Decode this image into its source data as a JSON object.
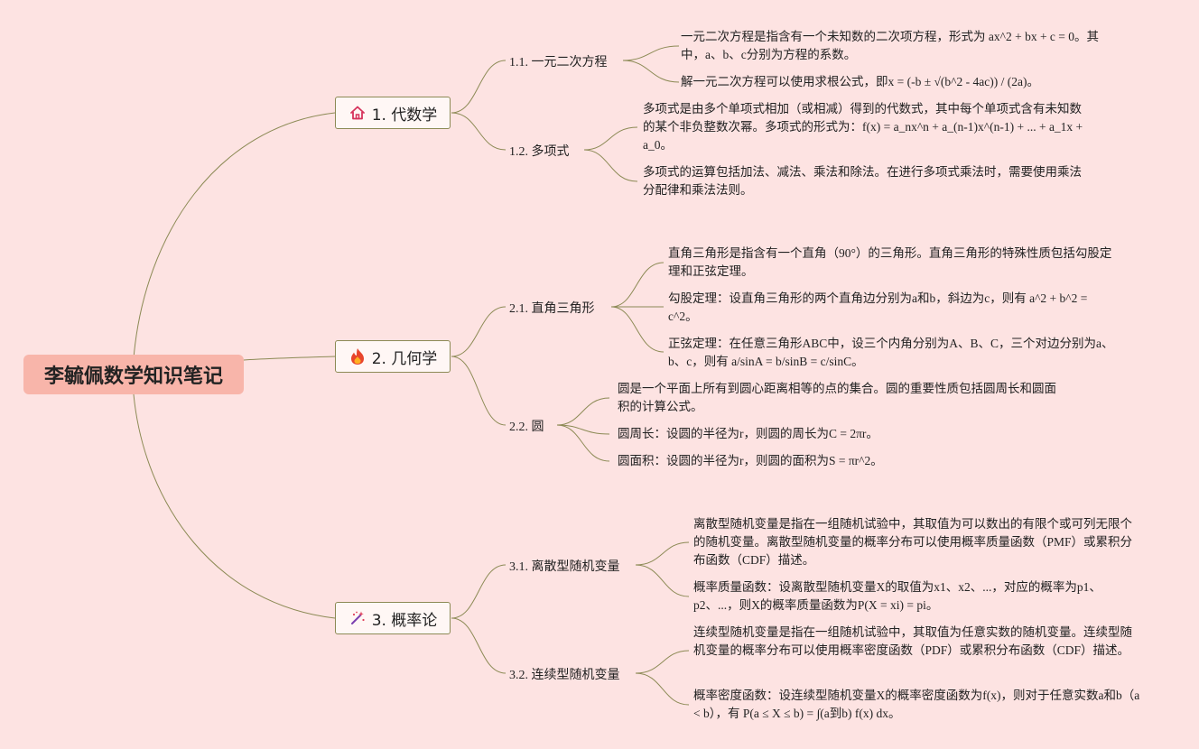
{
  "root": {
    "title": "李毓佩数学知识笔记"
  },
  "topics": [
    {
      "label": "1. 代数学",
      "icon": "house-icon",
      "subtopics": [
        {
          "label": "1.1. 一元二次方程",
          "notes": [
            "一元二次方程是指含有一个未知数的二次项方程，形式为 ax^2 + bx + c = 0。其中，a、b、c分别为方程的系数。",
            "解一元二次方程可以使用求根公式，即x = (-b ± √(b^2 - 4ac)) / (2a)。"
          ]
        },
        {
          "label": "1.2. 多项式",
          "notes": [
            "多项式是由多个单项式相加（或相减）得到的代数式，其中每个单项式含有未知数的某个非负整数次幂。多项式的形式为：f(x) = a_nx^n + a_(n-1)x^(n-1) + ... + a_1x + a_0。",
            "多项式的运算包括加法、减法、乘法和除法。在进行多项式乘法时，需要使用乘法分配律和乘法法则。"
          ]
        }
      ]
    },
    {
      "label": "2. 几何学",
      "icon": "fire-icon",
      "subtopics": [
        {
          "label": "2.1. 直角三角形",
          "notes": [
            "直角三角形是指含有一个直角（90°）的三角形。直角三角形的特殊性质包括勾股定理和正弦定理。",
            "勾股定理：设直角三角形的两个直角边分别为a和b，斜边为c，则有 a^2 + b^2 = c^2。",
            "正弦定理：在任意三角形ABC中，设三个内角分别为A、B、C，三个对边分别为a、b、c，则有 a/sinA = b/sinB = c/sinC。"
          ]
        },
        {
          "label": "2.2. 圆",
          "notes": [
            "圆是一个平面上所有到圆心距离相等的点的集合。圆的重要性质包括圆周长和圆面积的计算公式。",
            "圆周长：设圆的半径为r，则圆的周长为C = 2πr。",
            "圆面积：设圆的半径为r，则圆的面积为S = πr^2。"
          ]
        }
      ]
    },
    {
      "label": "3. 概率论",
      "icon": "magic-wand-icon",
      "subtopics": [
        {
          "label": "3.1. 离散型随机变量",
          "notes": [
            "离散型随机变量是指在一组随机试验中，其取值为可以数出的有限个或可列无限个的随机变量。离散型随机变量的概率分布可以使用概率质量函数（PMF）或累积分布函数（CDF）描述。",
            "概率质量函数：设离散型随机变量X的取值为x1、x2、...，对应的概率为p1、p2、...，则X的概率质量函数为P(X = xi) = pi。"
          ]
        },
        {
          "label": "3.2. 连续型随机变量",
          "notes": [
            "连续型随机变量是指在一组随机试验中，其取值为任意实数的随机变量。连续型随机变量的概率分布可以使用概率密度函数（PDF）或累积分布函数（CDF）描述。",
            "概率密度函数：设连续型随机变量X的概率密度函数为f(x)，则对于任意实数a和b（a < b），有 P(a ≤ X ≤ b) = ∫(a到b) f(x) dx。"
          ]
        }
      ]
    }
  ]
}
